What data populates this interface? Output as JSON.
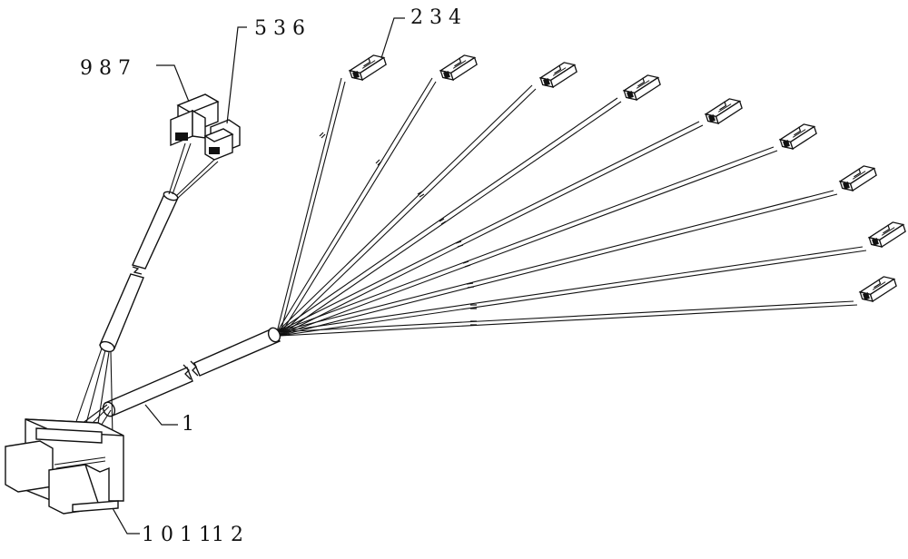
{
  "diagram": {
    "labels": {
      "top_left_group": "9  8  7",
      "top_mid_group": "5  3  6",
      "top_right_group": "2  3  4",
      "trunk_label": "1",
      "base_label": "1 0 1 11 2"
    },
    "branch_count": 9
  }
}
